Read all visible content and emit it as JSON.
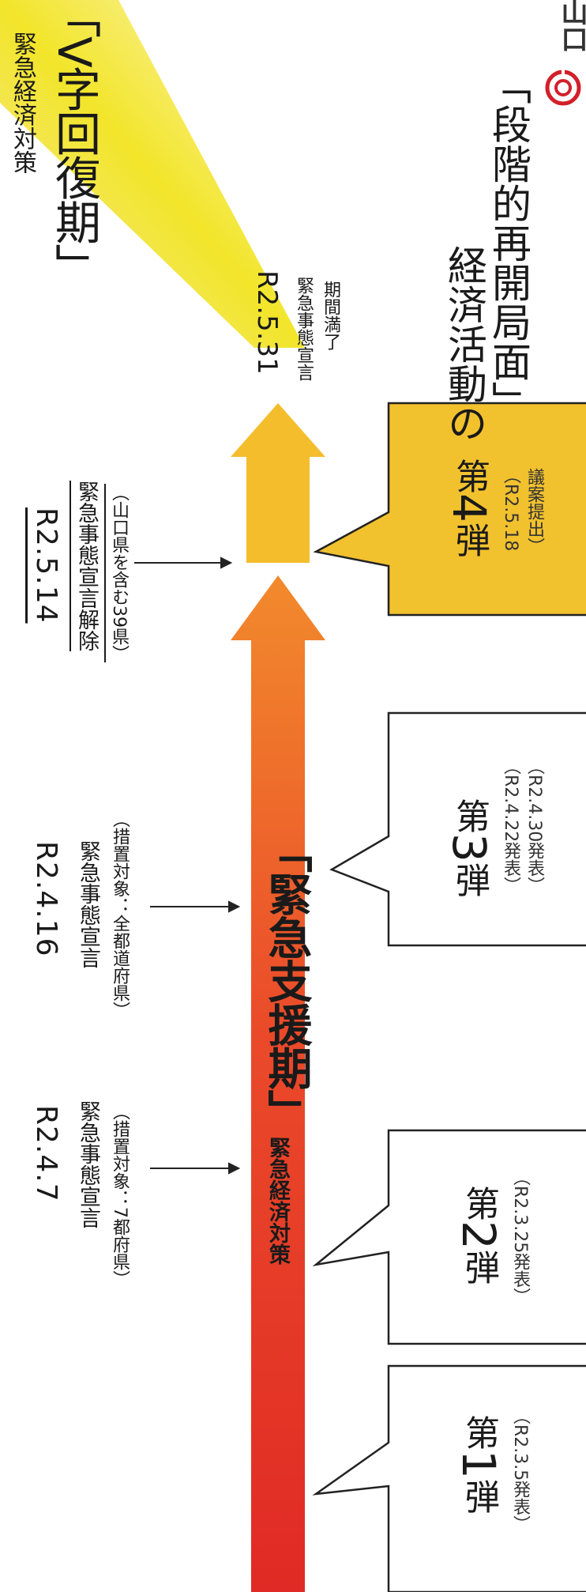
{
  "logo_text": "山口",
  "colors": {
    "red_arrow": "#e8372c",
    "orange_arrow": "#f08a24",
    "yellow_band": "#f1e520",
    "gold_box": "#f2c12e",
    "ink": "#1a1a1a"
  },
  "phases": {
    "emergency": {
      "prefix": "緊急経済対策",
      "label": "「緊急支援期」"
    },
    "recovery": {
      "prefix": "緊急経済対策",
      "label": "「V字回復期」"
    }
  },
  "reopening": {
    "line1": "経済活動の",
    "line2": "「段階的再開局面」"
  },
  "events": [
    {
      "date": "R2.4.7",
      "name": "緊急事態宣言",
      "note": "（措置対象：7都府県）"
    },
    {
      "date": "R2.4.16",
      "name": "緊急事態宣言",
      "note": "（措置対象：全都道府県）"
    },
    {
      "date": "R2.5.14",
      "name": "緊急事態宣言解除",
      "note": "（山口県を含む39県）"
    },
    {
      "date": "R2.5.31",
      "name": "緊急事態宣言",
      "note": "期間満了"
    }
  ],
  "stages": [
    {
      "prefix": "第",
      "num": "1",
      "suffix": "弾",
      "dates": [
        "（R2.3.5発表）"
      ]
    },
    {
      "prefix": "第",
      "num": "2",
      "suffix": "弾",
      "dates": [
        "（R2.3.25発表）"
      ]
    },
    {
      "prefix": "第",
      "num": "3",
      "suffix": "弾",
      "dates": [
        "（R2.4.22発表）",
        "（R2.4.30発表）"
      ]
    },
    {
      "prefix": "第",
      "num": "4",
      "suffix": "弾",
      "dates": [
        "（R2.5.18",
        "議案提出）"
      ]
    }
  ]
}
